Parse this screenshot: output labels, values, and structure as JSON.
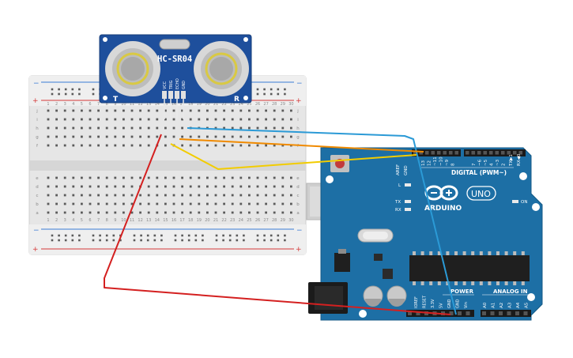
{
  "sensor": {
    "model": "HC-SR04",
    "pins": [
      "VCC",
      "TRIG",
      "ECHO",
      "GND"
    ],
    "left_mark": "T",
    "right_mark": "R"
  },
  "breadboard": {
    "top_rows": [
      "j",
      "i",
      "h",
      "g",
      "f"
    ],
    "bottom_rows": [
      "e",
      "d",
      "c",
      "b",
      "a"
    ],
    "columns": [
      "1",
      "2",
      "3",
      "4",
      "5",
      "6",
      "7",
      "8",
      "9",
      "10",
      "11",
      "12",
      "13",
      "14",
      "15",
      "16",
      "17",
      "18",
      "19",
      "20",
      "21",
      "22",
      "23",
      "24",
      "25",
      "26",
      "27",
      "28",
      "29",
      "30"
    ],
    "rail_minus": "−",
    "rail_plus": "+"
  },
  "arduino": {
    "brand": "ARDUINO",
    "model": "UNO",
    "digital_label": "DIGITAL (PWM~)",
    "aref": "AREF",
    "gnd": "GND",
    "digital_pins": [
      "13",
      "12",
      "~11",
      "~10",
      "~9",
      "8",
      "7",
      "~6",
      "~5",
      "4",
      "~3",
      "2",
      "TX▶1",
      "RX◀0"
    ],
    "led_l": "L",
    "led_tx": "TX",
    "led_rx": "RX",
    "on_label": "ON",
    "power_label": "POWER",
    "analog_label": "ANALOG IN",
    "power_pins": [
      "IOREF",
      "RESET",
      "3.3V",
      "5V",
      "GND",
      "GND",
      "Vin"
    ],
    "analog_pins": [
      "A0",
      "A1",
      "A2",
      "A3",
      "A4",
      "A5"
    ]
  },
  "wires": {
    "red": "#d42020",
    "blue": "#2b9ad6",
    "orange": "#f08a00",
    "yellow": "#f2cc00"
  },
  "colors": {
    "board_blue": "#1d6fa5",
    "sensor_blue": "#1e4f9c",
    "breadboard": "#e8e8e8"
  }
}
